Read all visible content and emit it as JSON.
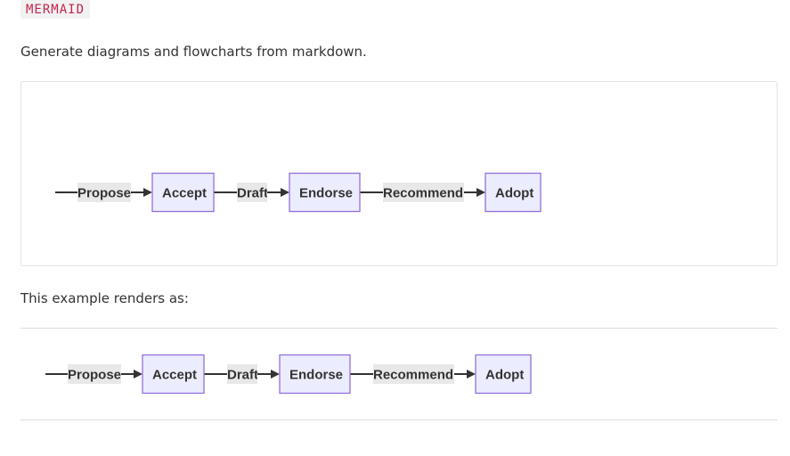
{
  "code_badge": "MERMAID",
  "intro_text": "Generate diagrams and flowcharts from markdown.",
  "renders_as_text": "This example renders as:",
  "colors": {
    "node_fill": "#ECECFF",
    "node_stroke": "#9370DB",
    "edge": "#333333",
    "edge_label_bg": "#e8e8e8",
    "badge_text": "#c7254e"
  },
  "flowchart": {
    "direction": "left-to-right",
    "edges": [
      {
        "label": "Propose"
      },
      {
        "label": "Draft"
      },
      {
        "label": "Recommend"
      },
      {
        "label": ""
      }
    ],
    "nodes": [
      {
        "label": "Accept"
      },
      {
        "label": "Endorse"
      },
      {
        "label": "Adopt"
      }
    ]
  }
}
